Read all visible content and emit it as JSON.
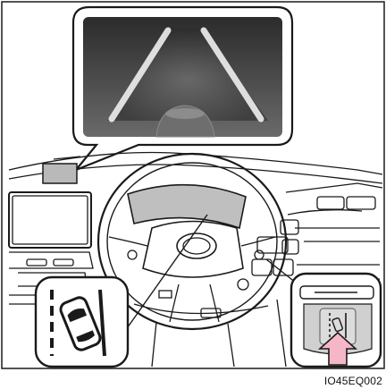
{
  "figure": {
    "code": "IO45EQ002",
    "callouts": [
      {
        "id": "display-screen",
        "icon": "lane-departure-display-icon"
      },
      {
        "id": "meter-indicator",
        "icon": "lane-departure-alert-icon"
      },
      {
        "id": "switch",
        "icon": "lane-departure-switch-icon"
      }
    ],
    "colors": {
      "outline": "#1a1a1a",
      "screen_bg": "#3a3a3a",
      "highlight_pink": "#f5b7c8",
      "gray_fill": "#bfbfbf"
    }
  }
}
